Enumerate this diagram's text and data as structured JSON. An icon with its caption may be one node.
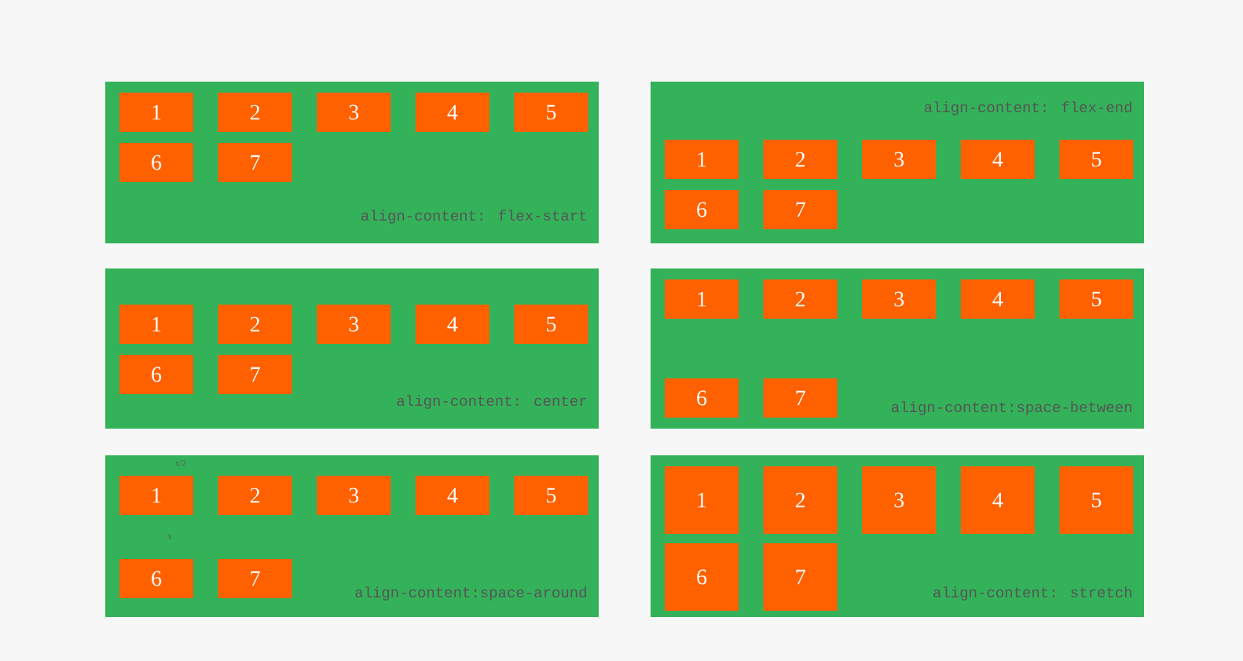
{
  "diagram": {
    "nodes": [
      {
        "text": [
          "align-content: flex-start"
        ]
      },
      {
        "text": [
          "1"
        ],
        "in": 0
      },
      {
        "text": [
          "2"
        ],
        "in": 0
      },
      {
        "text": [
          "3"
        ],
        "in": 0
      },
      {
        "text": [
          "4"
        ],
        "in": 0
      },
      {
        "text": [
          "5"
        ],
        "in": 0
      },
      {
        "text": [
          "6"
        ],
        "in": 0
      },
      {
        "text": [
          "7"
        ],
        "in": 0
      },
      {
        "text": [
          "align-content: flex-end"
        ]
      },
      {
        "text": [
          "1"
        ],
        "in": 8
      },
      {
        "text": [
          "2"
        ],
        "in": 8
      },
      {
        "text": [
          "3"
        ],
        "in": 8
      },
      {
        "text": [
          "4"
        ],
        "in": 8
      },
      {
        "text": [
          "5"
        ],
        "in": 8
      },
      {
        "text": [
          "6"
        ],
        "in": 8
      },
      {
        "text": [
          "7"
        ],
        "in": 8
      },
      {
        "text": [
          "align-content: center"
        ]
      },
      {
        "text": [
          "1"
        ],
        "in": 16
      },
      {
        "text": [
          "2"
        ],
        "in": 16
      },
      {
        "text": [
          "3"
        ],
        "in": 16
      },
      {
        "text": [
          "4"
        ],
        "in": 16
      },
      {
        "text": [
          "5"
        ],
        "in": 16
      },
      {
        "text": [
          "6"
        ],
        "in": 16
      },
      {
        "text": [
          "7"
        ],
        "in": 16
      },
      {
        "text": [
          "align-content:space-between"
        ]
      },
      {
        "text": [
          "1"
        ],
        "in": 24
      },
      {
        "text": [
          "2"
        ],
        "in": 24
      },
      {
        "text": [
          "3"
        ],
        "in": 24
      },
      {
        "text": [
          "4"
        ],
        "in": 24
      },
      {
        "text": [
          "5"
        ],
        "in": 24
      },
      {
        "text": [
          "6"
        ],
        "in": 24
      },
      {
        "text": [
          "7"
        ],
        "in": 24
      },
      {
        "text": [
          "align-content:space-around"
        ]
      },
      {
        "text": [
          "1"
        ],
        "in": 32
      },
      {
        "text": [
          "2"
        ],
        "in": 32
      },
      {
        "text": [
          "3"
        ],
        "in": 32
      },
      {
        "text": [
          "4"
        ],
        "in": 32
      },
      {
        "text": [
          "5"
        ],
        "in": 32
      },
      {
        "text": [
          "6"
        ],
        "in": 32
      },
      {
        "text": [
          "7"
        ],
        "in": 32
      },
      {
        "text": [
          "align-content: stretch"
        ]
      },
      {
        "text": [
          "1"
        ],
        "in": 40
      },
      {
        "text": [
          "2"
        ],
        "in": 40
      },
      {
        "text": [
          "3"
        ],
        "in": 40
      },
      {
        "text": [
          "4"
        ],
        "in": 40
      },
      {
        "text": [
          "5"
        ],
        "in": 40
      },
      {
        "text": [
          "6"
        ],
        "in": 40
      },
      {
        "text": [
          "7"
        ],
        "in": 40
      }
    ],
    "labels": [
      "x/2",
      "x"
    ]
  }
}
